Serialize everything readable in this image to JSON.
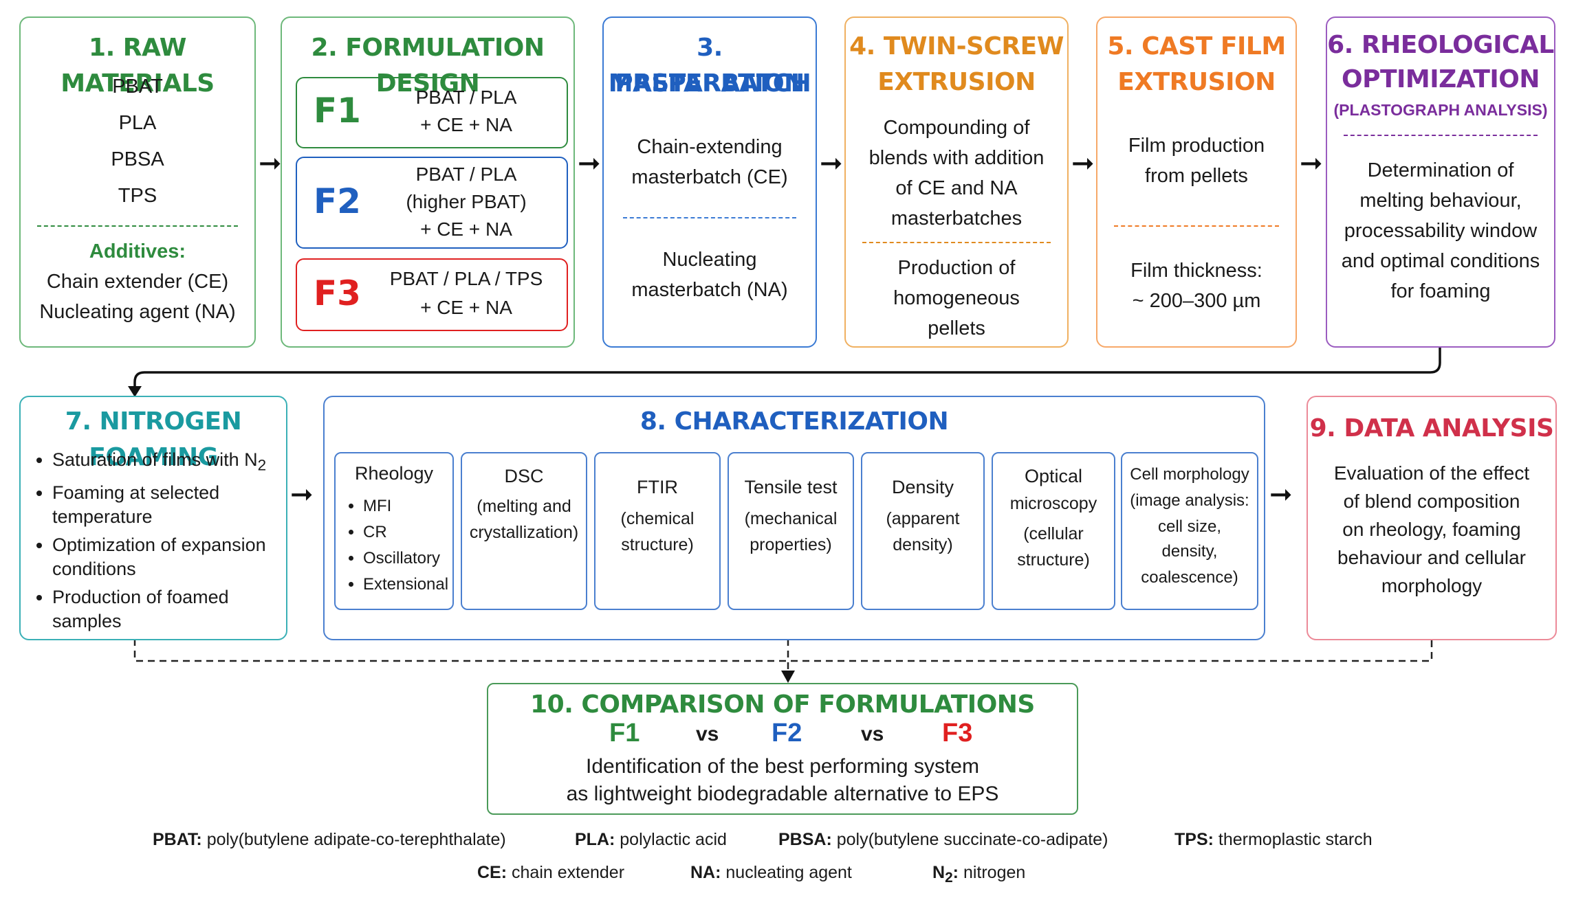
{
  "steps": {
    "s1": {
      "title": "1. RAW MATERIALS",
      "materials": [
        "PBAT",
        "PLA",
        "PBSA",
        "TPS"
      ],
      "additives_title": "Additives:",
      "additives": [
        "Chain extender (CE)",
        "Nucleating agent (NA)"
      ]
    },
    "s2": {
      "title": "2. FORMULATION DESIGN",
      "formulations": [
        {
          "label": "F1",
          "lines": [
            "PBAT / PLA",
            "+ CE + NA"
          ]
        },
        {
          "label": "F2",
          "lines": [
            "PBAT / PLA",
            "(higher PBAT)",
            "+ CE + NA"
          ]
        },
        {
          "label": "F3",
          "lines": [
            "PBAT / PLA / TPS",
            "+ CE + NA"
          ]
        }
      ]
    },
    "s3": {
      "title_lines": [
        "3. MASTERBATCH",
        "PREPARATION"
      ],
      "text1": [
        "Chain-extending",
        "masterbatch (CE)"
      ],
      "text2": [
        "Nucleating",
        "masterbatch (NA)"
      ]
    },
    "s4": {
      "title_lines": [
        "4. TWIN-SCREW",
        "EXTRUSION"
      ],
      "text1": [
        "Compounding of",
        "blends with addition",
        "of CE and NA",
        "masterbatches"
      ],
      "text2": [
        "Production of",
        "homogeneous",
        "pellets"
      ]
    },
    "s5": {
      "title_lines": [
        "5. CAST FILM",
        "EXTRUSION"
      ],
      "text1": [
        "Film production",
        "from pellets"
      ],
      "text2": [
        "Film thickness:",
        "~ 200–300 µm"
      ]
    },
    "s6": {
      "title_lines": [
        "6. RHEOLOGICAL",
        "OPTIMIZATION"
      ],
      "subtitle": "(PLASTOGRAPH ANALYSIS)",
      "text": [
        "Determination of",
        "melting behaviour,",
        "processability window",
        "and optimal conditions",
        "for foaming"
      ]
    },
    "s7": {
      "title": "7. NITROGEN FOAMING",
      "bullets": [
        {
          "pre": "Saturation of films with N",
          "sub": "2"
        },
        {
          "pre": "Foaming at selected temperature",
          "sub": ""
        },
        {
          "pre": "Optimization of expansion conditions",
          "sub": ""
        },
        {
          "pre": "Production of foamed samples",
          "sub": ""
        }
      ]
    },
    "s8": {
      "title": "8. CHARACTERIZATION",
      "rheology": {
        "title": "Rheology",
        "items": [
          "MFI",
          "CR",
          "Oscillatory",
          "Extensional"
        ]
      },
      "tests": [
        {
          "title": "DSC",
          "desc": [
            "(melting and",
            "crystallization)"
          ]
        },
        {
          "title": "FTIR",
          "desc": [
            "(chemical",
            "structure)"
          ]
        },
        {
          "title": "Tensile test",
          "desc": [
            "(mechanical",
            "properties)"
          ]
        },
        {
          "title": "Density",
          "desc": [
            "(apparent",
            "density)"
          ]
        },
        {
          "title": "Optical",
          "desc": [
            "microscopy",
            "(cellular",
            "structure)"
          ]
        },
        {
          "title": "Cell morphology",
          "desc": [
            "(image analysis:",
            "cell size,",
            "density,",
            "coalescence)"
          ]
        }
      ]
    },
    "s9": {
      "title": "9. DATA ANALYSIS",
      "text": [
        "Evaluation of the effect",
        "of blend composition",
        "on rheology, foaming",
        "behaviour and cellular",
        "morphology"
      ]
    },
    "s10": {
      "title": "10.  COMPARISON OF FORMULATIONS",
      "f1": "F1",
      "vs1": "vs",
      "f2": "F2",
      "vs2": "vs",
      "f3": "F3",
      "text": [
        "Identification of the best performing system",
        "as lightweight biodegradable alternative to EPS"
      ]
    }
  },
  "legend": {
    "pbat": {
      "abbr": "PBAT:",
      "def": "poly(butylene adipate-co-terephthalate)"
    },
    "pla": {
      "abbr": "PLA:",
      "def": "polylactic acid"
    },
    "pbsa": {
      "abbr": "PBSA:",
      "def": "poly(butylene succinate-co-adipate)"
    },
    "tps": {
      "abbr": "TPS:",
      "def": "thermoplastic starch"
    },
    "ce": {
      "abbr": "CE:",
      "def": "chain extender"
    },
    "na": {
      "abbr": "NA:",
      "def": "nucleating agent"
    },
    "n2": {
      "abbr": "N",
      "sub": "2",
      "colon": ":",
      "def": "nitrogen"
    }
  },
  "colors": {
    "green": "#2e8b3e",
    "blue": "#1f5fbf",
    "orange": "#e08a1e",
    "orange_light": "#ef7a24",
    "purple": "#7a2d9c",
    "teal": "#1a9aa0",
    "pink": "#d0304a",
    "red": "#e02020"
  }
}
